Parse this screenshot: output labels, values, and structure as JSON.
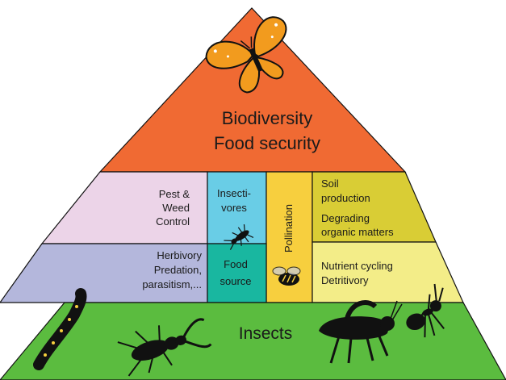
{
  "top": {
    "line1": "Biodiversity",
    "line2": "Food security"
  },
  "middle": {
    "pest_weed": [
      "Pest &",
      "Weed",
      "Control"
    ],
    "insectivores": [
      "Insecti-",
      "vores"
    ],
    "pollination": "Pollination",
    "soil": [
      "Soil",
      "production",
      "Degrading",
      "organic matters"
    ],
    "herbivory": [
      "Herbivory",
      "Predation,",
      "parasitism,..."
    ],
    "food_source": [
      "Food",
      "source"
    ],
    "nutrient": [
      "Nutrient cycling",
      "Detritivory"
    ]
  },
  "base": {
    "label": "Insects"
  },
  "colors": {
    "top": "#f06a33",
    "pest": "#ecd4e8",
    "insectivores": "#69cde6",
    "pollination": "#f7cf3e",
    "soil": "#d9cd35",
    "herbivory": "#b4b7dc",
    "food_source": "#19b7a0",
    "nutrient": "#f3ed88",
    "base": "#5bbc3f",
    "stroke": "#111111"
  },
  "icons": [
    "butterfly-icon",
    "beetle-icon",
    "bee-icon",
    "caterpillar-icon",
    "stag-beetle-icon",
    "grasshopper-icon",
    "ant-icon"
  ]
}
